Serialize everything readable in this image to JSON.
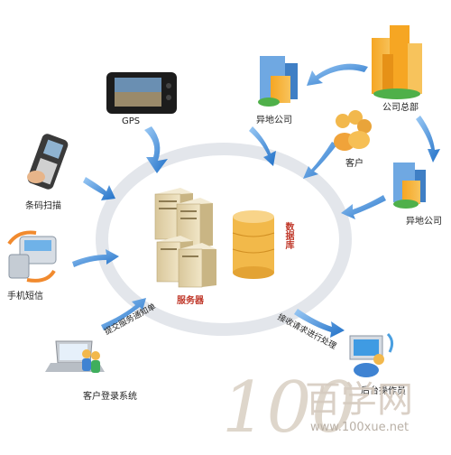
{
  "labels": {
    "gps": "GPS",
    "barcode": "条码扫描",
    "sms": "手机短信",
    "client_login": "客户登录系统",
    "submit_notice": "提交服务通知单",
    "server": "服务器",
    "database": "数据库",
    "remote_company_top": "异地公司",
    "remote_company_right": "异地公司",
    "hq": "公司总部",
    "customer": "客户",
    "receive_request": "接收请求进行处理",
    "backend_operator": "后台操作员"
  },
  "watermark": {
    "digits": "100",
    "brand": "百学网",
    "url": "www.100xue.net"
  },
  "colors": {
    "arrow": "#2f7fd3",
    "ellipse": "#e6e9ee",
    "server": "#e8d9b3",
    "database": "#f2b94a",
    "accent": "#c0392b"
  }
}
